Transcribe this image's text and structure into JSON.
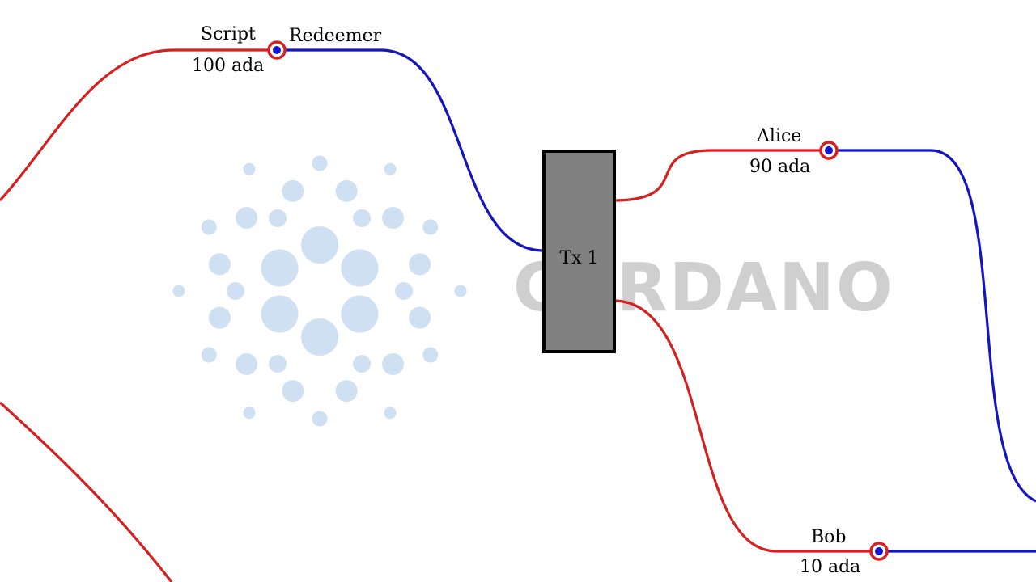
{
  "logo": {
    "wordmark": "CARDANO",
    "dot_color": "#cfe0f3",
    "wordmark_color": "#cfcfcf"
  },
  "colors": {
    "output_line": "#d61f1f",
    "spend_line": "#1414c0",
    "node_ring": "#d61f1f",
    "node_center": "#1414d8",
    "tx_fill": "#808080",
    "tx_border": "#000000"
  },
  "transaction": {
    "label": "Tx 1"
  },
  "utxos": {
    "script": {
      "owner": "Script",
      "amount": "100 ada",
      "redeemer": "Redeemer"
    },
    "alice": {
      "owner": "Alice",
      "amount": "90 ada"
    },
    "bob": {
      "owner": "Bob",
      "amount": "10 ada"
    }
  }
}
